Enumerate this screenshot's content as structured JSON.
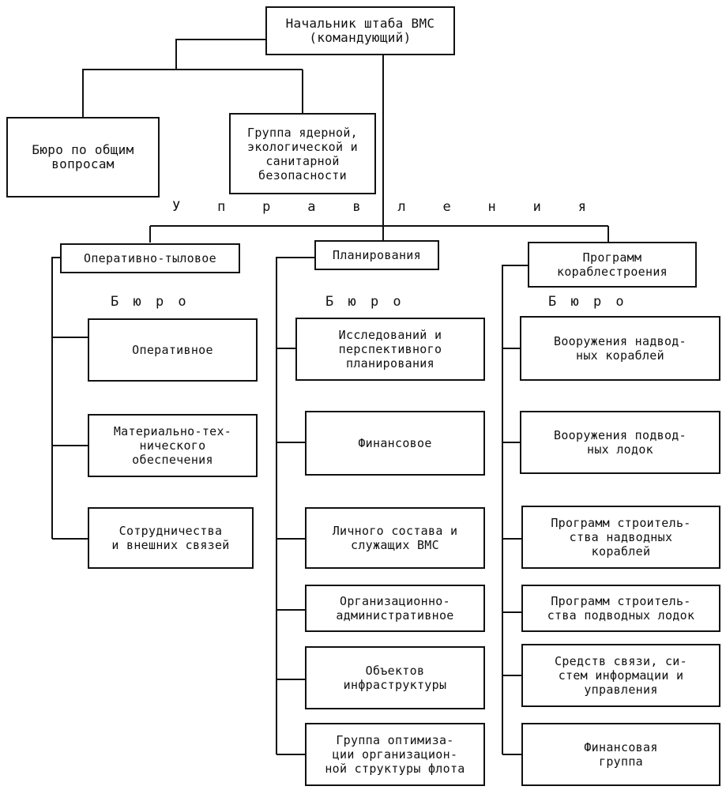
{
  "chief": "Начальник штаба ВМС\n(командующий)",
  "bureau_general": "Бюро по общим\nвопросам",
  "group_safety": "Группа ядерной,\nэкологической и\nсанитарной\nбезопасности",
  "directorates_label": [
    "У",
    "п",
    "р",
    "а",
    "в",
    "л",
    "е",
    "н",
    "и",
    "я"
  ],
  "bureau_label": "Б ю р о",
  "col1": {
    "title": "Оперативно-тыловое",
    "items": [
      "Оперативное",
      "Материально-тех-\nнического\nобеспечения",
      "Сотрудничества\nи внешних связей"
    ]
  },
  "col2": {
    "title": "Планирования",
    "items": [
      "Исследований и\nперспективного\nпланирования",
      "Финансовое",
      "Личного состава и\nслужащих ВМС",
      "Организационно-\nадминистративное",
      "Объектов\nинфраструктуры",
      "Группа оптимиза-\nции организацион-\nной структуры флота"
    ]
  },
  "col3": {
    "title": "Программ\nкораблестроения",
    "items": [
      "Вооружения надвод-\nных кораблей",
      "Вооружения подвод-\nных лодок",
      "Программ строитель-\nства надводных\nкораблей",
      "Программ строитель-\nства подводных лодок",
      "Средств связи, си-\nстем информации и\nуправления",
      "Финансовая\nгруппа"
    ]
  }
}
